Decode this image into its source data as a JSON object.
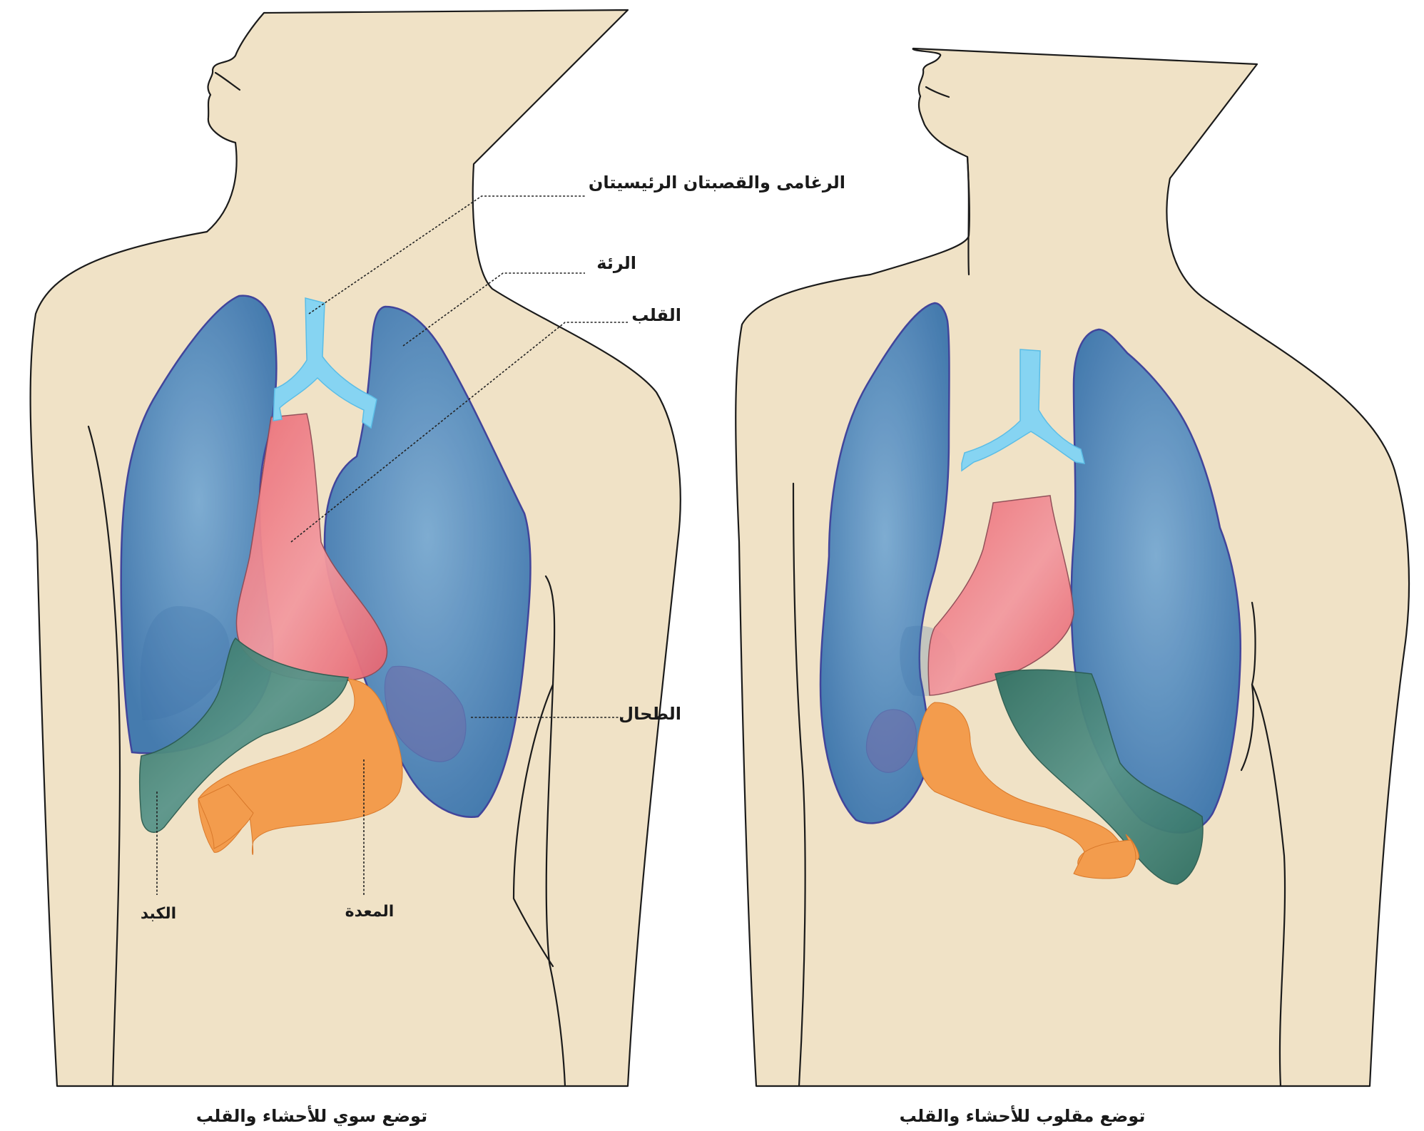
{
  "labels": {
    "trachea": "الرغامى والقصبتان الرئيسيتان",
    "lung": "الرئة",
    "heart": "القلب",
    "spleen": "الطحال",
    "liver": "الكبد",
    "stomach": "المعدة"
  },
  "captions": {
    "normal": "توضع سوي للأحشاء والقلب",
    "inverted": "توضع مقلوب للأحشاء والقلب"
  },
  "colors": {
    "skin": "#f0e2c6",
    "lung": "#4f86bb",
    "heart": "#e9727a",
    "liver": "#3f7d6e",
    "stomach": "#f39c4d",
    "trachea": "#86d4f2",
    "spleen": "#6f6aa8"
  }
}
